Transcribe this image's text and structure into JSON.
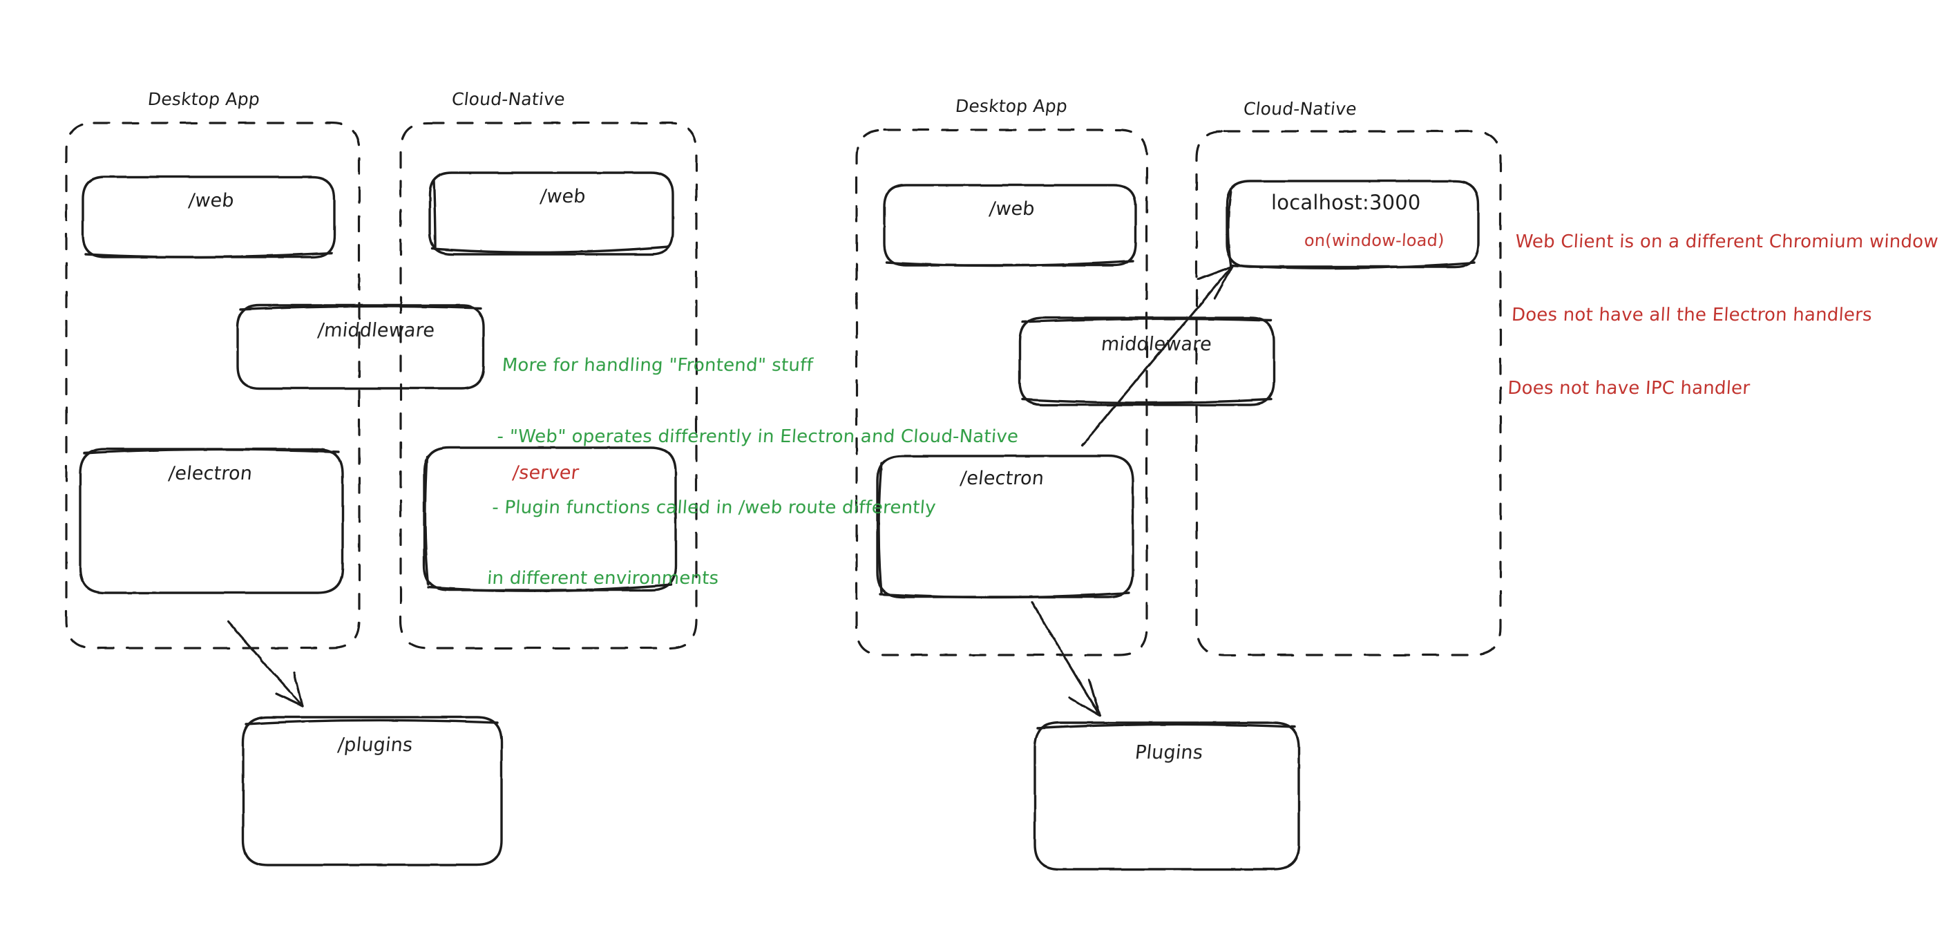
{
  "diagram": {
    "title": "Electron Desktop App vs Cloud-Native architecture sketch",
    "style": "hand-drawn",
    "colors": {
      "stroke": "#1e1e1e",
      "green": "#2f9e44",
      "red": "#c2342f",
      "background": "#ffffff"
    },
    "left_scenario": {
      "groups": [
        {
          "label": "Desktop App"
        },
        {
          "label": "Cloud-Native"
        }
      ],
      "boxes": [
        {
          "label": "/web",
          "color": "black"
        },
        {
          "label": "/web",
          "color": "black"
        },
        {
          "label": "/middleware",
          "color": "black"
        },
        {
          "label": "/electron",
          "color": "black"
        },
        {
          "label": "/server",
          "color": "red"
        },
        {
          "label": "/plugins",
          "color": "black"
        }
      ],
      "arrows": [
        {
          "from": "/electron",
          "to": "/plugins"
        }
      ]
    },
    "right_scenario": {
      "groups": [
        {
          "label": "Desktop App"
        },
        {
          "label": "Cloud-Native"
        }
      ],
      "boxes": [
        {
          "label": "/web",
          "color": "black"
        },
        {
          "label": "localhost:3000",
          "sublabel": "on(window-load)",
          "color": "black"
        },
        {
          "label": "middleware",
          "color": "black"
        },
        {
          "label": "/electron",
          "color": "black"
        },
        {
          "label": "Plugins",
          "color": "black"
        }
      ],
      "arrows": [
        {
          "from": "/electron",
          "to": "localhost:3000"
        },
        {
          "from": "/electron",
          "to": "Plugins"
        }
      ]
    },
    "notes": {
      "green": [
        "More for handling \"Frontend\" stuff",
        "- \"Web\" operates differently in Electron and Cloud-Native",
        "- Plugin functions called in /web route differently",
        "in different environments"
      ],
      "red": [
        "Web Client is on a different Chromium window",
        "Does not have all the Electron handlers",
        "Does not have IPC handler"
      ]
    }
  }
}
